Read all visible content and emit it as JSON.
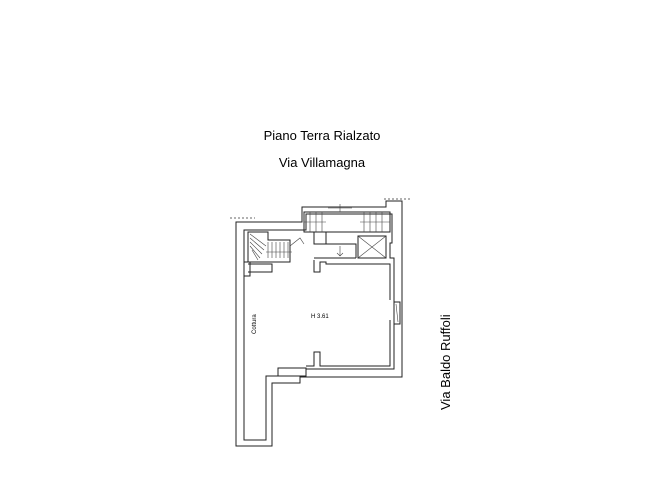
{
  "drawing": {
    "title": "Piano Terra Rialzato",
    "subtitle": "Via Villamagna",
    "street_side": "Via Baldo Ruffoli",
    "room_height": "H 3.61",
    "wall_note": "Cottura"
  }
}
